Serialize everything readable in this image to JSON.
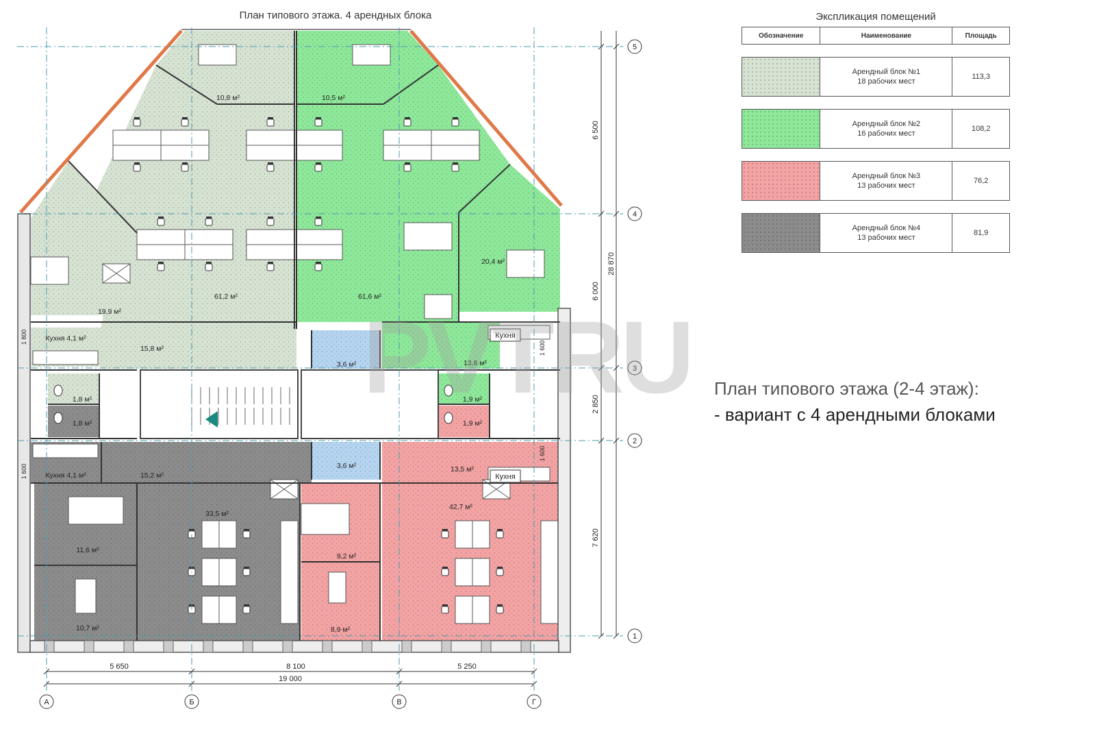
{
  "plan": {
    "title": "План типового этажа. 4 арендных блока",
    "colors": {
      "block1": "#d6e2d2",
      "block2": "#8ee89a",
      "block3": "#f3a3a3",
      "block4": "#8c8c8c",
      "wc": "#b4d4f0",
      "wall": "#777",
      "frame": "#e07848"
    },
    "rooms": [
      {
        "id": "r1",
        "label": "10,8 м²",
        "block": "block1"
      },
      {
        "id": "r2",
        "label": "10,5 м²",
        "block": "block2"
      },
      {
        "id": "r3",
        "label": "61,2 м²",
        "block": "block1"
      },
      {
        "id": "r4",
        "label": "61,6 м²",
        "block": "block2"
      },
      {
        "id": "r5",
        "label": "19,9 м²",
        "block": "block1"
      },
      {
        "id": "r6",
        "label": "20,4 м²",
        "block": "block2"
      },
      {
        "id": "r7",
        "label": "Кухня 4,1 м²",
        "block": "block1"
      },
      {
        "id": "r8",
        "label": "15,8 м²",
        "block": "block1"
      },
      {
        "id": "r9",
        "label": "3,6 м²",
        "block": "wc"
      },
      {
        "id": "r10",
        "label": "13,8 м²",
        "block": "block2"
      },
      {
        "id": "r11",
        "label": "1,8 м²",
        "block": "block1"
      },
      {
        "id": "r12",
        "label": "1,8 м²",
        "block": "block4"
      },
      {
        "id": "r13",
        "label": "1,9 м²",
        "block": "block2"
      },
      {
        "id": "r14",
        "label": "1,9 м²",
        "block": "block3"
      },
      {
        "id": "r15",
        "label": "Кухня 4,1 м²",
        "block": "block4"
      },
      {
        "id": "r16",
        "label": "15,2 м²",
        "block": "block4"
      },
      {
        "id": "r17",
        "label": "3,6 м²",
        "block": "wc"
      },
      {
        "id": "r18",
        "label": "13,5 м²",
        "block": "block3"
      },
      {
        "id": "r19",
        "label": "33,5 м²",
        "block": "block4"
      },
      {
        "id": "r20",
        "label": "42,7 м²",
        "block": "block3"
      },
      {
        "id": "r21",
        "label": "11,6 м²",
        "block": "block4"
      },
      {
        "id": "r22",
        "label": "9,2 м²",
        "block": "block3"
      },
      {
        "id": "r23",
        "label": "10,7 м²",
        "block": "block4"
      },
      {
        "id": "r24",
        "label": "8,9 м²",
        "block": "block3"
      }
    ],
    "kitchen_labels": [
      "Кухня",
      "Кухня"
    ],
    "axes_rows": [
      "5",
      "4",
      "3",
      "2",
      "1"
    ],
    "axes_cols": [
      "А",
      "Б",
      "В",
      "Г"
    ],
    "dims_bottom": [
      "5 650",
      "8 100",
      "5 250"
    ],
    "dim_total": "19 000",
    "dims_right": [
      "6 500",
      "6 000",
      "2 850",
      "7 620"
    ],
    "dim_right_total": "28 870",
    "dims_small": [
      "1 800",
      "1 600",
      "1 600",
      "1 600"
    ]
  },
  "legend": {
    "title": "Экспликация помещений",
    "headers": [
      "Обозначение",
      "Наименование",
      "Площадь"
    ],
    "rows": [
      {
        "name": "Арендный блок №1",
        "seats": "18 рабочих мест",
        "area": "113,3",
        "color": "#d6e2d2"
      },
      {
        "name": "Арендный блок №2",
        "seats": "16 рабочих мест",
        "area": "108,2",
        "color": "#8ee89a"
      },
      {
        "name": "Арендный блок №3",
        "seats": "13 рабочих мест",
        "area": "76,2",
        "color": "#f3a3a3"
      },
      {
        "name": "Арендный блок №4",
        "seats": "13 рабочих мест",
        "area": "81,9",
        "color": "#8c8c8c"
      }
    ]
  },
  "caption": {
    "line1": "План типового этажа (2-4 этаж):",
    "line2": "- вариант с 4 арендными блоками"
  },
  "watermark": "PVTRU"
}
